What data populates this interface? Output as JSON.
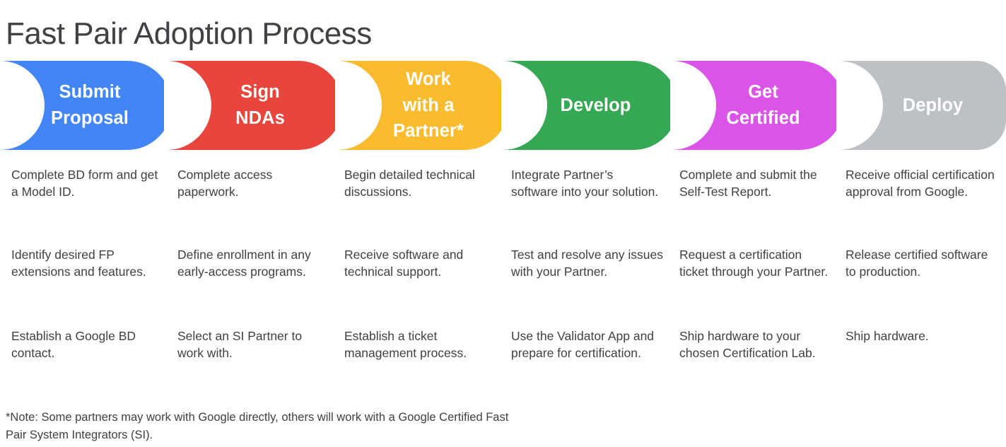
{
  "page": {
    "title": "Fast Pair Adoption Process",
    "background": "#ffffff",
    "text_color": "#3f4145"
  },
  "stages": [
    {
      "id": "submit-proposal",
      "label": "Submit\nProposal",
      "color": "#4285F4",
      "label_color": "#ffffff",
      "bullets": [
        "Complete BD form and get a Model ID.",
        "Identify desired FP extensions and features.",
        "Establish a Google BD contact."
      ]
    },
    {
      "id": "sign-ndas",
      "label": "Sign\nNDAs",
      "color": "#E8453C",
      "label_color": "#ffffff",
      "bullets": [
        "Complete access paperwork.",
        "Define enrollment in any early-access programs.",
        "Select an SI Partner to work with."
      ]
    },
    {
      "id": "work-with-a-partner",
      "label": "Work\nwith a\nPartner*",
      "color": "#FABC2E",
      "label_color": "#ffffff",
      "bullets": [
        "Begin detailed technical discussions.",
        "Receive software and technical support.",
        "Establish a ticket management process."
      ]
    },
    {
      "id": "develop",
      "label": "Develop",
      "color": "#34A853",
      "label_color": "#ffffff",
      "bullets": [
        "Integrate Partner’s software into your solution.",
        "Test and resolve any issues with your Partner.",
        "Use the Validator App and prepare for certification."
      ]
    },
    {
      "id": "get-certified",
      "label": "Get\nCertified",
      "color": "#DB54E8",
      "label_color": "#ffffff",
      "bullets": [
        "Complete and submit the Self-Test Report.",
        "Request a certification ticket through your Partner.",
        "Ship hardware to your chosen Certification Lab."
      ]
    },
    {
      "id": "deploy",
      "label": "Deploy",
      "color": "#BDC1C6",
      "label_color": "#ffffff",
      "bullets": [
        "Receive official certification approval from Google.",
        "Release certified software to production.",
        "Ship hardware."
      ]
    }
  ],
  "footnote": "*Note: Some partners may work with Google directly, others will work with a Google Certified Fast Pair System Integrators (SI)."
}
